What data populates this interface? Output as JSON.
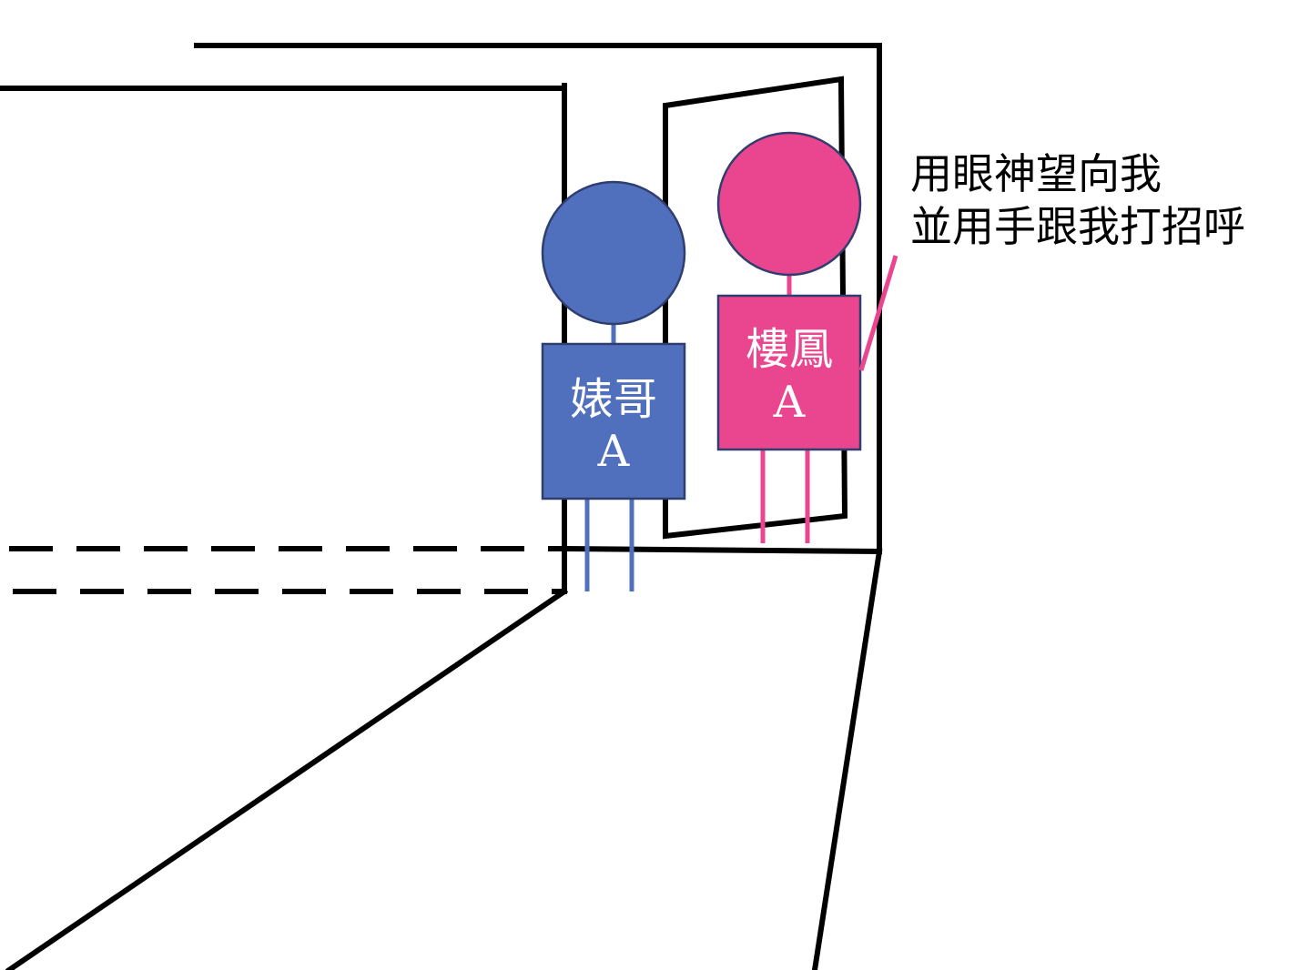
{
  "colors": {
    "background": "#ffffff",
    "wall_line": "#000000",
    "blue_figure": "#5070BE",
    "blue_outline": "#2F3E6E",
    "pink_figure": "#EA4690",
    "pink_outline": "#2F3E6E"
  },
  "figures": [
    {
      "id": "blue",
      "label_line1": "婊哥",
      "label_line2": "A"
    },
    {
      "id": "pink",
      "label_line1": "樓鳳",
      "label_line2": "A"
    }
  ],
  "caption": {
    "line1": "用眼神望向我",
    "line2": "並用手跟我打招呼"
  }
}
